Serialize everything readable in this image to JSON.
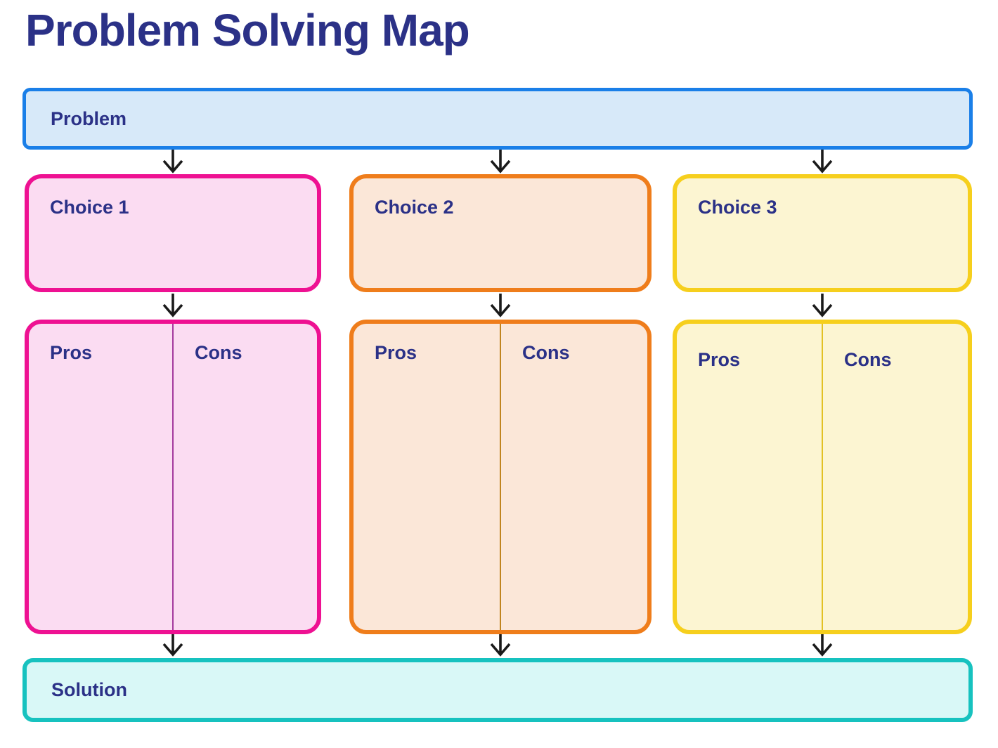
{
  "title": "Problem Solving Map",
  "problem": {
    "label": "Problem"
  },
  "choices": [
    {
      "label": "Choice 1",
      "pros_label": "Pros",
      "cons_label": "Cons"
    },
    {
      "label": "Choice 2",
      "pros_label": "Pros",
      "cons_label": "Cons"
    },
    {
      "label": "Choice 3",
      "pros_label": "Pros",
      "cons_label": "Cons"
    }
  ],
  "solution": {
    "label": "Solution"
  },
  "icons": {
    "connector": "down-arrow"
  },
  "colors": {
    "title_text": "#2b3187",
    "label_text": "#2b3187",
    "arrow": "#1a1a1a",
    "problem_border": "#1a7fe8",
    "problem_fill": "#d7e9f9",
    "choice1_border": "#ee1192",
    "choice1_fill": "#fbdcf2",
    "choice1_divider": "#a43a9e",
    "choice2_border": "#ef7d1b",
    "choice2_fill": "#fbe7d8",
    "choice2_divider": "#c0841f",
    "choice3_border": "#f6cf1d",
    "choice3_fill": "#fcf5d2",
    "choice3_divider": "#e2c125",
    "solution_border": "#17c2bf",
    "solution_fill": "#d9f8f7"
  }
}
